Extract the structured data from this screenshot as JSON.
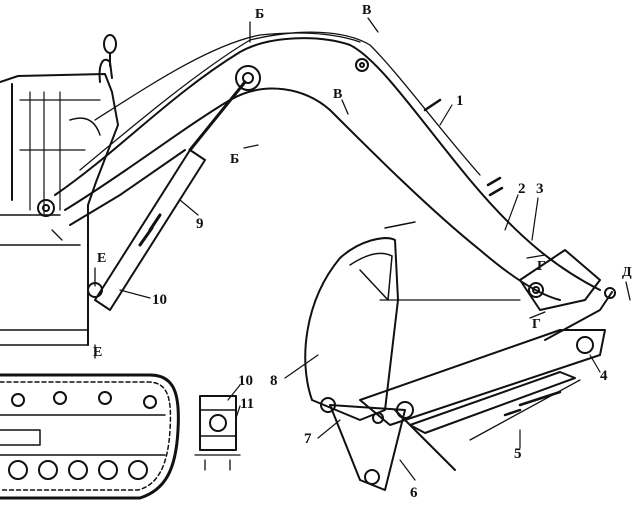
{
  "figure": {
    "type": "technical-line-drawing",
    "subject": "hydraulic excavator backhoe boom, stick and bucket",
    "ink_color": "#111111",
    "paper_color": "#ffffff"
  },
  "callouts": [
    {
      "id": "1",
      "text": "1"
    },
    {
      "id": "2",
      "text": "2"
    },
    {
      "id": "3",
      "text": "3"
    },
    {
      "id": "4",
      "text": "4"
    },
    {
      "id": "5",
      "text": "5"
    },
    {
      "id": "6",
      "text": "6"
    },
    {
      "id": "7",
      "text": "7"
    },
    {
      "id": "8",
      "text": "8"
    },
    {
      "id": "9",
      "text": "9"
    },
    {
      "id": "10a",
      "text": "10"
    },
    {
      "id": "10b",
      "text": "10"
    },
    {
      "id": "11",
      "text": "11"
    }
  ],
  "section_marks": [
    {
      "id": "B1a",
      "text": "Б"
    },
    {
      "id": "B1b",
      "text": "Б"
    },
    {
      "id": "V1a",
      "text": "В"
    },
    {
      "id": "V1b",
      "text": "В"
    },
    {
      "id": "G1a",
      "text": "Г"
    },
    {
      "id": "G1b",
      "text": "Г"
    },
    {
      "id": "D1",
      "text": "Д"
    },
    {
      "id": "E1a",
      "text": "Е"
    },
    {
      "id": "E1b",
      "text": "Е"
    }
  ]
}
